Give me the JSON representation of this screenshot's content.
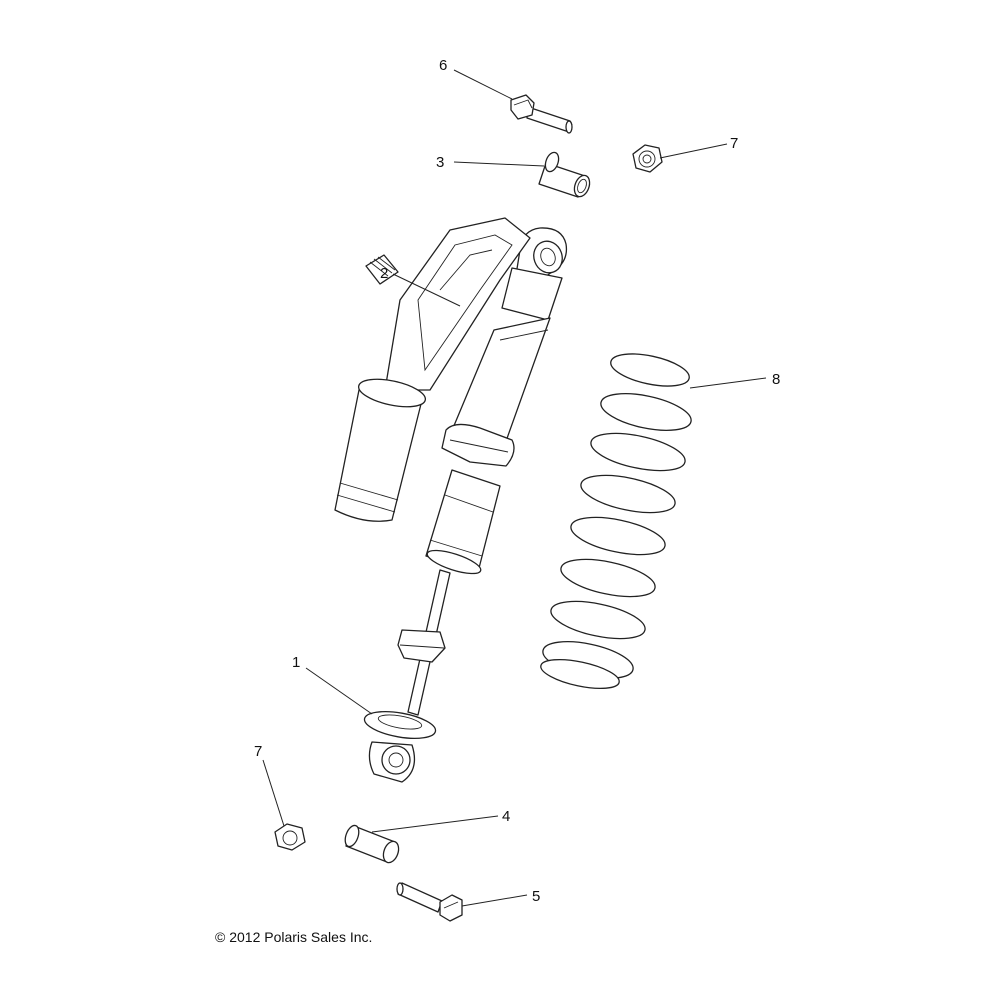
{
  "callouts": [
    {
      "id": "1",
      "label": "1"
    },
    {
      "id": "2",
      "label": "2"
    },
    {
      "id": "3",
      "label": "3"
    },
    {
      "id": "4",
      "label": "4"
    },
    {
      "id": "5",
      "label": "5"
    },
    {
      "id": "6",
      "label": "6"
    },
    {
      "id": "7a",
      "label": "7"
    },
    {
      "id": "7b",
      "label": "7"
    },
    {
      "id": "8",
      "label": "8"
    }
  ],
  "copyright": "© 2012 Polaris Sales Inc."
}
